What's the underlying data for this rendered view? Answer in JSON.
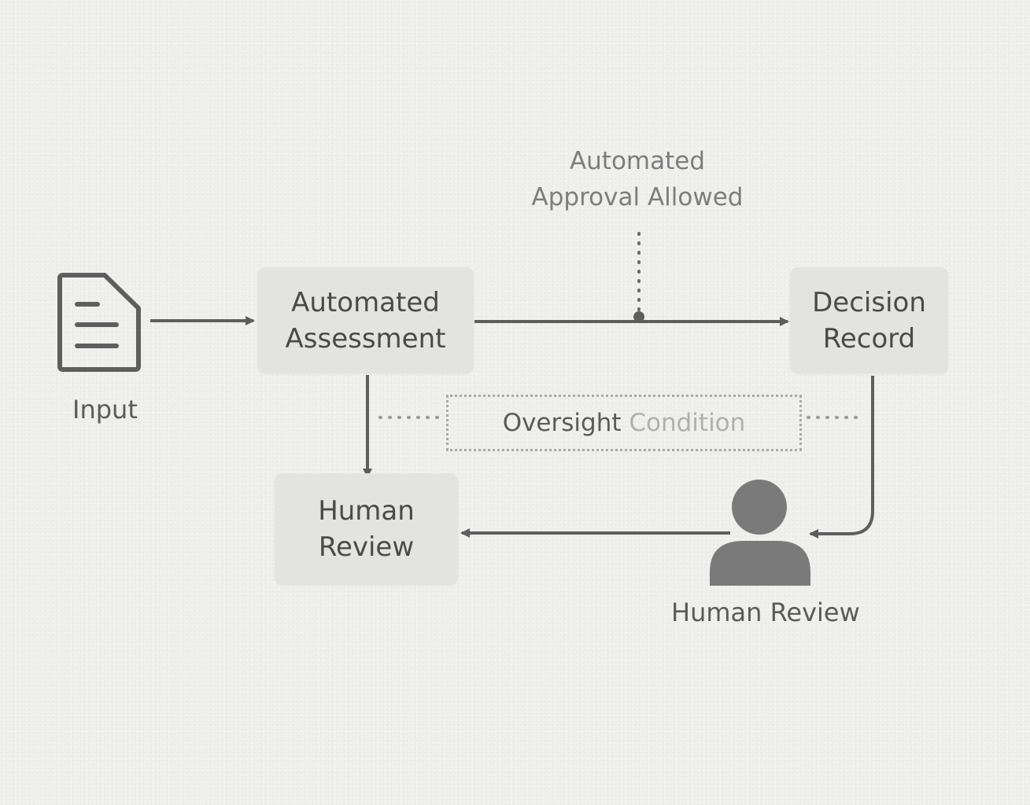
{
  "diagram": {
    "input": {
      "label": "Input",
      "icon": "document-icon"
    },
    "automated_assessment": {
      "line1": "Automated",
      "line2": "Assessment"
    },
    "decision_record": {
      "line1": "Decision",
      "line2": "Record"
    },
    "human_review_box": {
      "line1": "Human",
      "line2": "Review"
    },
    "approval_annotation": {
      "line1": "Automated",
      "line2": "Approval Allowed"
    },
    "oversight_condition": {
      "word1": "Oversight",
      "word2": "Condition"
    },
    "human_reviewer": {
      "label": "Human Review",
      "icon": "person-icon"
    },
    "colors": {
      "background": "#efefee",
      "box_fill": "#e3e3e2",
      "arrow": "#5e5e5e",
      "text_dark": "#4a4a4a",
      "text_muted": "#7d7d7d",
      "dotted": "#a9a9a9",
      "person": "#7a7a7a"
    }
  }
}
